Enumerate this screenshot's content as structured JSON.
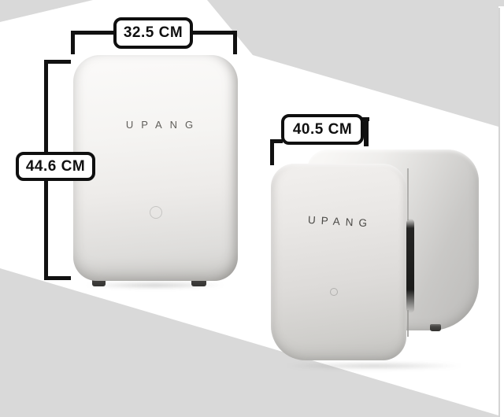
{
  "figure": {
    "left_unit": {
      "brand": "UPANG",
      "width_label": "32.5 CM",
      "height_label": "44.6 CM"
    },
    "right_unit": {
      "brand": "UPANG",
      "width_label": "40.5 CM"
    },
    "colors": {
      "background_gray": "#d9d9d9",
      "annotation_black": "#111111",
      "label_background": "#ffffff",
      "body_light": "#f2f1ef",
      "side_gray": "#c2c1bf",
      "slit_dark": "#1b1b1a"
    },
    "icons": {
      "power_indicator": "power-indicator-icon"
    }
  }
}
